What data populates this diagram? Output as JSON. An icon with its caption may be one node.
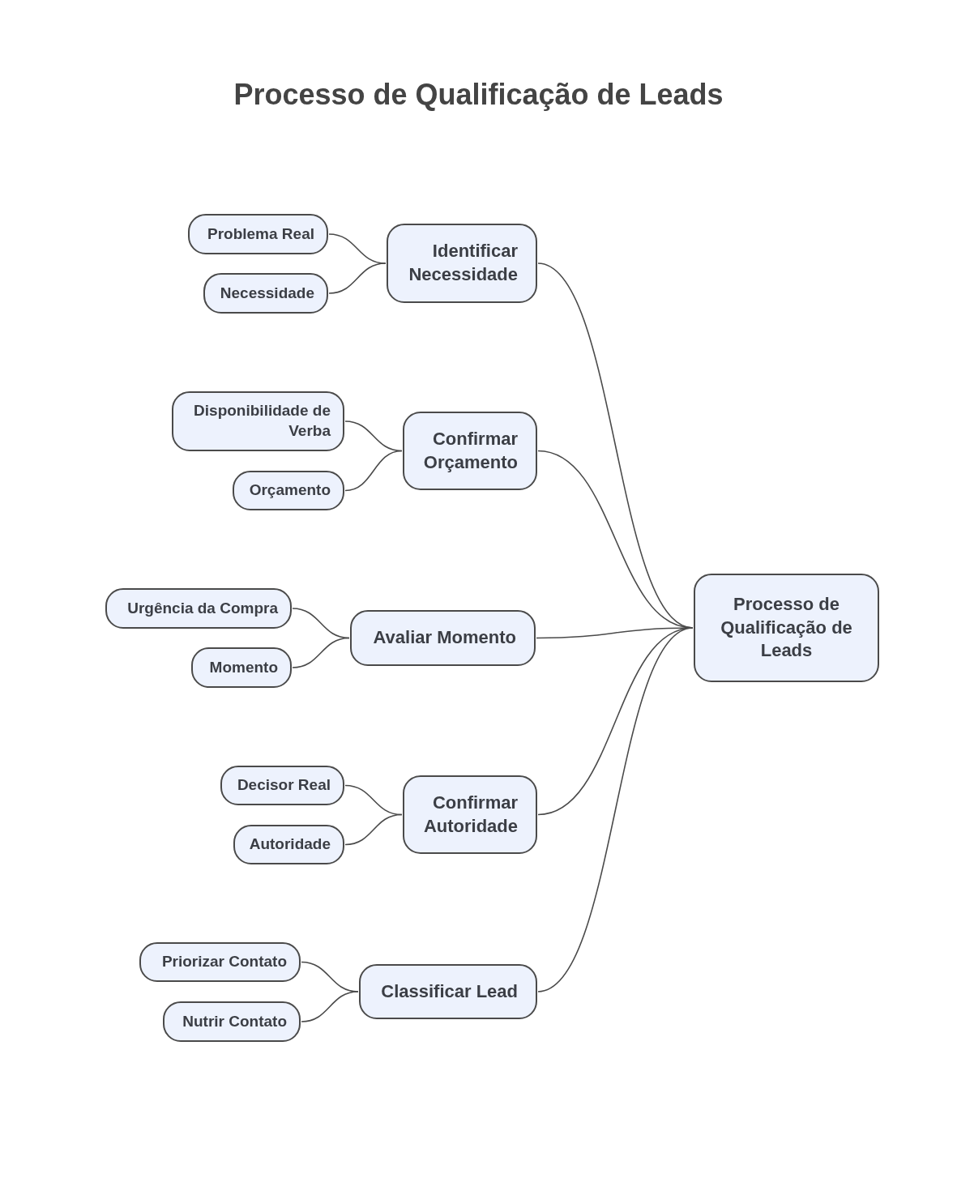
{
  "diagram": {
    "title": "Processo de Qualificação de Leads",
    "nodes": [
      {
        "text": [
          "Processo de Qualificação de Leads"
        ]
      },
      {
        "text": [
          "Identificar Necessidade"
        ]
      },
      {
        "text": [
          "Problema Real"
        ]
      },
      {
        "text": [
          "Necessidade"
        ]
      },
      {
        "text": [
          "Confirmar Orçamento"
        ]
      },
      {
        "text": [
          "Disponibilidade de Verba"
        ]
      },
      {
        "text": [
          "Orçamento"
        ]
      },
      {
        "text": [
          "Avaliar Momento"
        ]
      },
      {
        "text": [
          "Urgência da Compra"
        ]
      },
      {
        "text": [
          "Momento"
        ]
      },
      {
        "text": [
          "Confirmar Autoridade"
        ]
      },
      {
        "text": [
          "Decisor Real"
        ]
      },
      {
        "text": [
          "Autoridade"
        ]
      },
      {
        "text": [
          "Classificar Lead"
        ]
      },
      {
        "text": [
          "Priorizar Contato"
        ]
      },
      {
        "text": [
          "Nutrir Contato"
        ]
      }
    ],
    "edges": [
      {
        "from": 0,
        "to": 1,
        "arrow": "none"
      },
      {
        "from": 1,
        "to": 2,
        "arrow": "none"
      },
      {
        "from": 1,
        "to": 3,
        "arrow": "none"
      },
      {
        "from": 0,
        "to": 4,
        "arrow": "none"
      },
      {
        "from": 4,
        "to": 5,
        "arrow": "none"
      },
      {
        "from": 4,
        "to": 6,
        "arrow": "none"
      },
      {
        "from": 0,
        "to": 7,
        "arrow": "none"
      },
      {
        "from": 7,
        "to": 8,
        "arrow": "none"
      },
      {
        "from": 7,
        "to": 9,
        "arrow": "none"
      },
      {
        "from": 0,
        "to": 10,
        "arrow": "none"
      },
      {
        "from": 10,
        "to": 11,
        "arrow": "none"
      },
      {
        "from": 10,
        "to": 12,
        "arrow": "none"
      },
      {
        "from": 0,
        "to": 13,
        "arrow": "none"
      },
      {
        "from": 13,
        "to": 14,
        "arrow": "none"
      },
      {
        "from": 13,
        "to": 15,
        "arrow": "none"
      }
    ]
  }
}
